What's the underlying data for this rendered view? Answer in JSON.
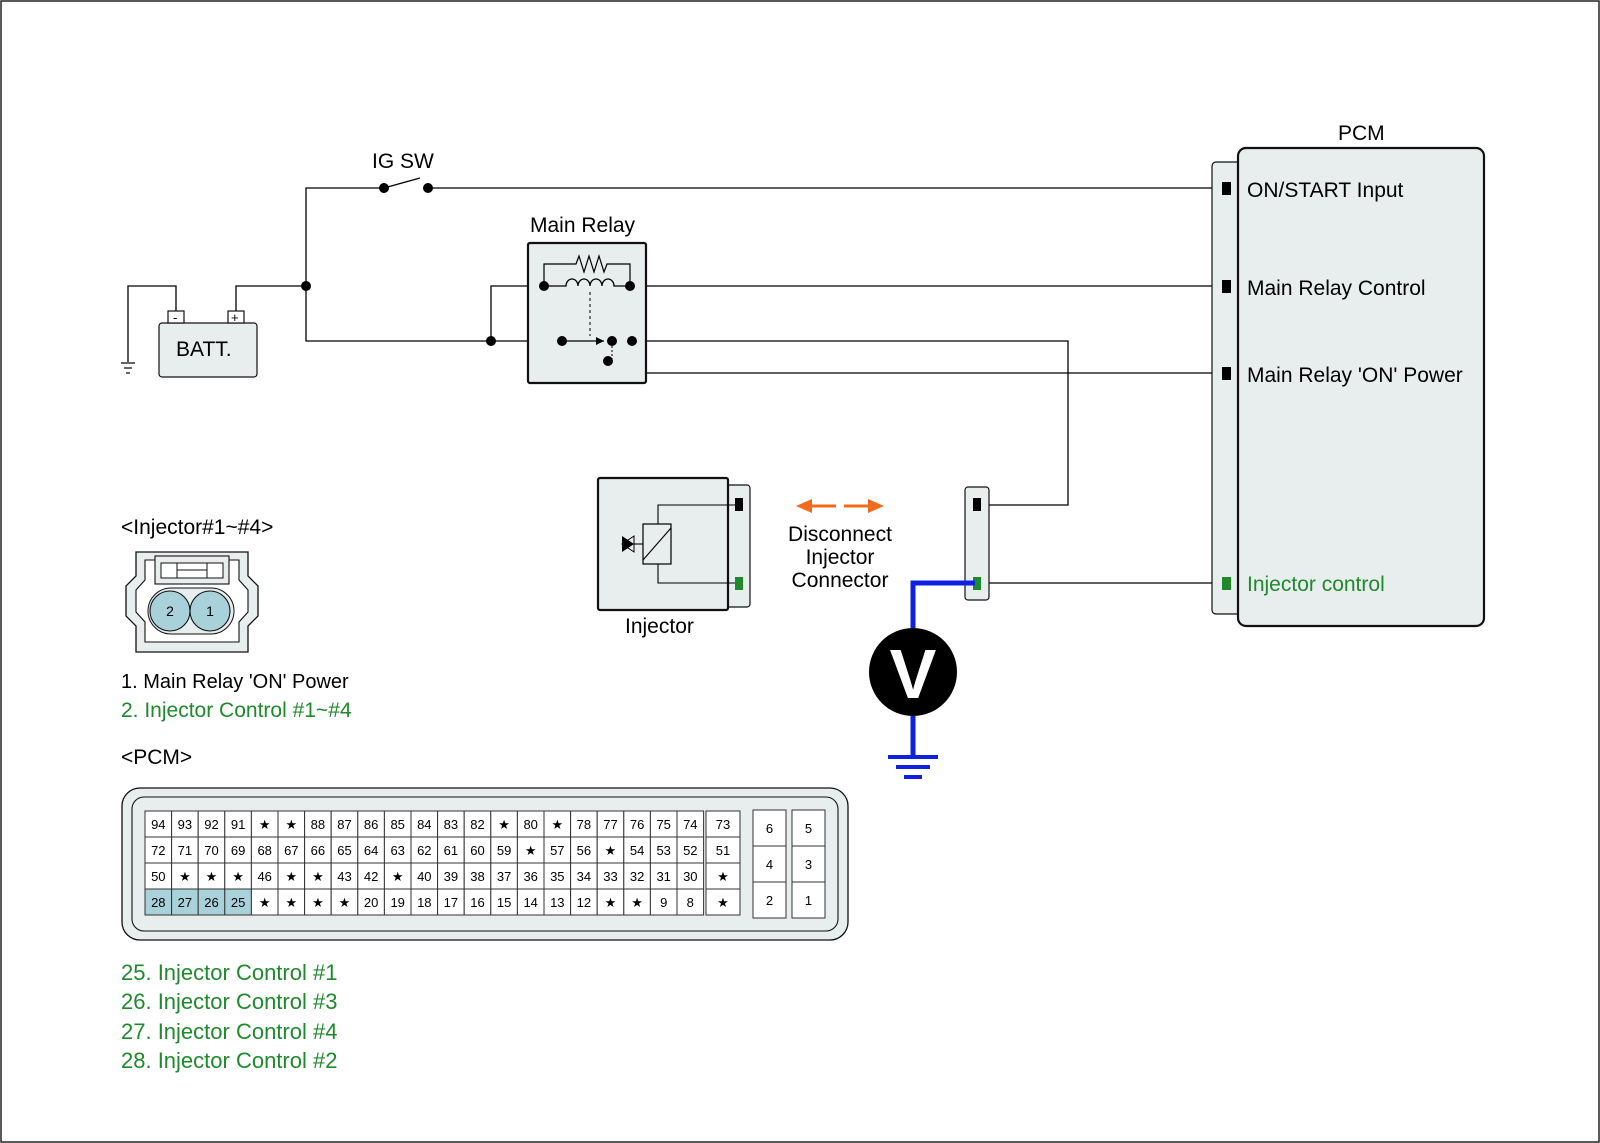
{
  "labels": {
    "ig_sw": "IG SW",
    "main_relay": "Main Relay",
    "batt": "BATT.",
    "batt_minus": "-",
    "batt_plus": "+",
    "pcm_title": "PCM",
    "pcm_pin_on_start": "ON/START Input",
    "pcm_pin_main_relay_control": "Main Relay Control",
    "pcm_pin_main_relay_on_power": "Main Relay 'ON' Power",
    "pcm_pin_injector_control": "Injector control",
    "injector": "Injector",
    "disconnect_line1": "Disconnect",
    "disconnect_line2": "Injector",
    "disconnect_line3": "Connector",
    "voltmeter": "V"
  },
  "injector_connector": {
    "title": "<Injector#1~#4>",
    "pin_left": "2",
    "pin_right": "1",
    "legend": [
      {
        "text": "1. Main Relay 'ON' Power",
        "color": "#000000"
      },
      {
        "text": "2. Injector Control #1~#4",
        "color": "#1f8a2c"
      }
    ]
  },
  "pcm_connector": {
    "title": "<PCM>",
    "rows": [
      [
        "94",
        "93",
        "92",
        "91",
        "★",
        "★",
        "88",
        "87",
        "86",
        "85",
        "84",
        "83",
        "82",
        "★",
        "80",
        "★",
        "78",
        "77",
        "76",
        "75",
        "74"
      ],
      [
        "72",
        "71",
        "70",
        "69",
        "68",
        "67",
        "66",
        "65",
        "64",
        "63",
        "62",
        "61",
        "60",
        "59",
        "★",
        "57",
        "56",
        "★",
        "54",
        "53",
        "52"
      ],
      [
        "50",
        "★",
        "★",
        "★",
        "46",
        "★",
        "★",
        "43",
        "42",
        "★",
        "40",
        "39",
        "38",
        "37",
        "36",
        "35",
        "34",
        "33",
        "32",
        "31",
        "30"
      ],
      [
        "28",
        "27",
        "26",
        "25",
        "★",
        "★",
        "★",
        "★",
        "20",
        "19",
        "18",
        "17",
        "16",
        "15",
        "14",
        "13",
        "12",
        "★",
        "★",
        "9",
        "8"
      ]
    ],
    "highlighted": [
      "28",
      "27",
      "26",
      "25"
    ],
    "mid_column": [
      "73",
      "51",
      "★",
      "★"
    ],
    "right_block_a": [
      "6",
      "4",
      "2"
    ],
    "right_block_b": [
      "5",
      "3",
      "1"
    ],
    "legend": [
      "25. Injector Control  #1",
      "26. Injector Control  #3",
      "27. Injector Control  #4",
      "28. Injector Control  #2"
    ]
  },
  "colors": {
    "green": "#1f8a2c",
    "orange_arrow": "#f26a1b",
    "probe_blue": "#1020e0",
    "highlight_cell": "#a9d1da",
    "box_fill": "#e8eded"
  }
}
